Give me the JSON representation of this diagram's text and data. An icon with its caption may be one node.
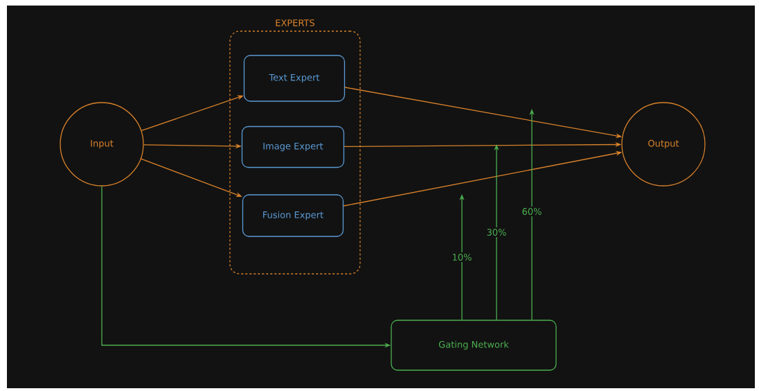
{
  "diagram": {
    "nodes": [
      {
        "text": [
          "EXPERTS"
        ]
      },
      {
        "text": [
          "Text Expert"
        ],
        "in": 0
      },
      {
        "text": [
          "Image Expert"
        ],
        "in": 0
      },
      {
        "text": [
          "Fusion Expert"
        ],
        "in": 0
      },
      {
        "text": [
          "Input"
        ]
      },
      {
        "text": [
          "Output"
        ]
      },
      {
        "text": [
          "Gating Network"
        ]
      }
    ],
    "edges": [
      {
        "from": 4,
        "to": 1,
        "arrow": "to"
      },
      {
        "from": 4,
        "to": 2,
        "arrow": "to"
      },
      {
        "from": 4,
        "to": 3,
        "arrow": "to"
      },
      {
        "from": 1,
        "to": 5,
        "arrow": "to"
      },
      {
        "from": 2,
        "to": 5,
        "arrow": "to"
      },
      {
        "from": 3,
        "to": 5,
        "arrow": "to"
      },
      {
        "from": 4,
        "to": 6,
        "arrow": "to",
        "color": "#4caf50"
      },
      {
        "from": 6,
        "to": null,
        "arrow": "to",
        "label": "10%",
        "color": "#4caf50"
      },
      {
        "from": 6,
        "to": null,
        "arrow": "to",
        "label": "30%",
        "color": "#4caf50"
      },
      {
        "from": 6,
        "to": null,
        "arrow": "to",
        "label": "60%",
        "color": "#4caf50"
      }
    ]
  }
}
